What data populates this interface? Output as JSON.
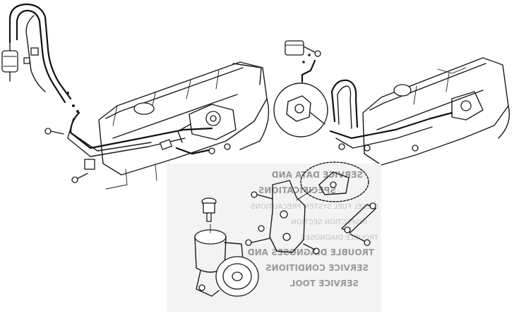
{
  "inset": {
    "bleed_lines": [
      {
        "text": "SERVICE DATA AND",
        "faint": false
      },
      {
        "text": "SPECIFICATIONS",
        "faint": false
      },
      {
        "text": "DIESEL FUEL SYSTEM PRECAUTIONS",
        "faint": true
      },
      {
        "text": "INSPECTION SECTION",
        "faint": true
      },
      {
        "text": "TROUBLE DIAGNOSES",
        "faint": true
      },
      {
        "text": "TROUBLE DIAGNOSES AND",
        "faint": false
      },
      {
        "text": "SERVICE CONDITIONS",
        "faint": false
      },
      {
        "text": "SERVICE TOOL",
        "faint": false
      }
    ]
  }
}
